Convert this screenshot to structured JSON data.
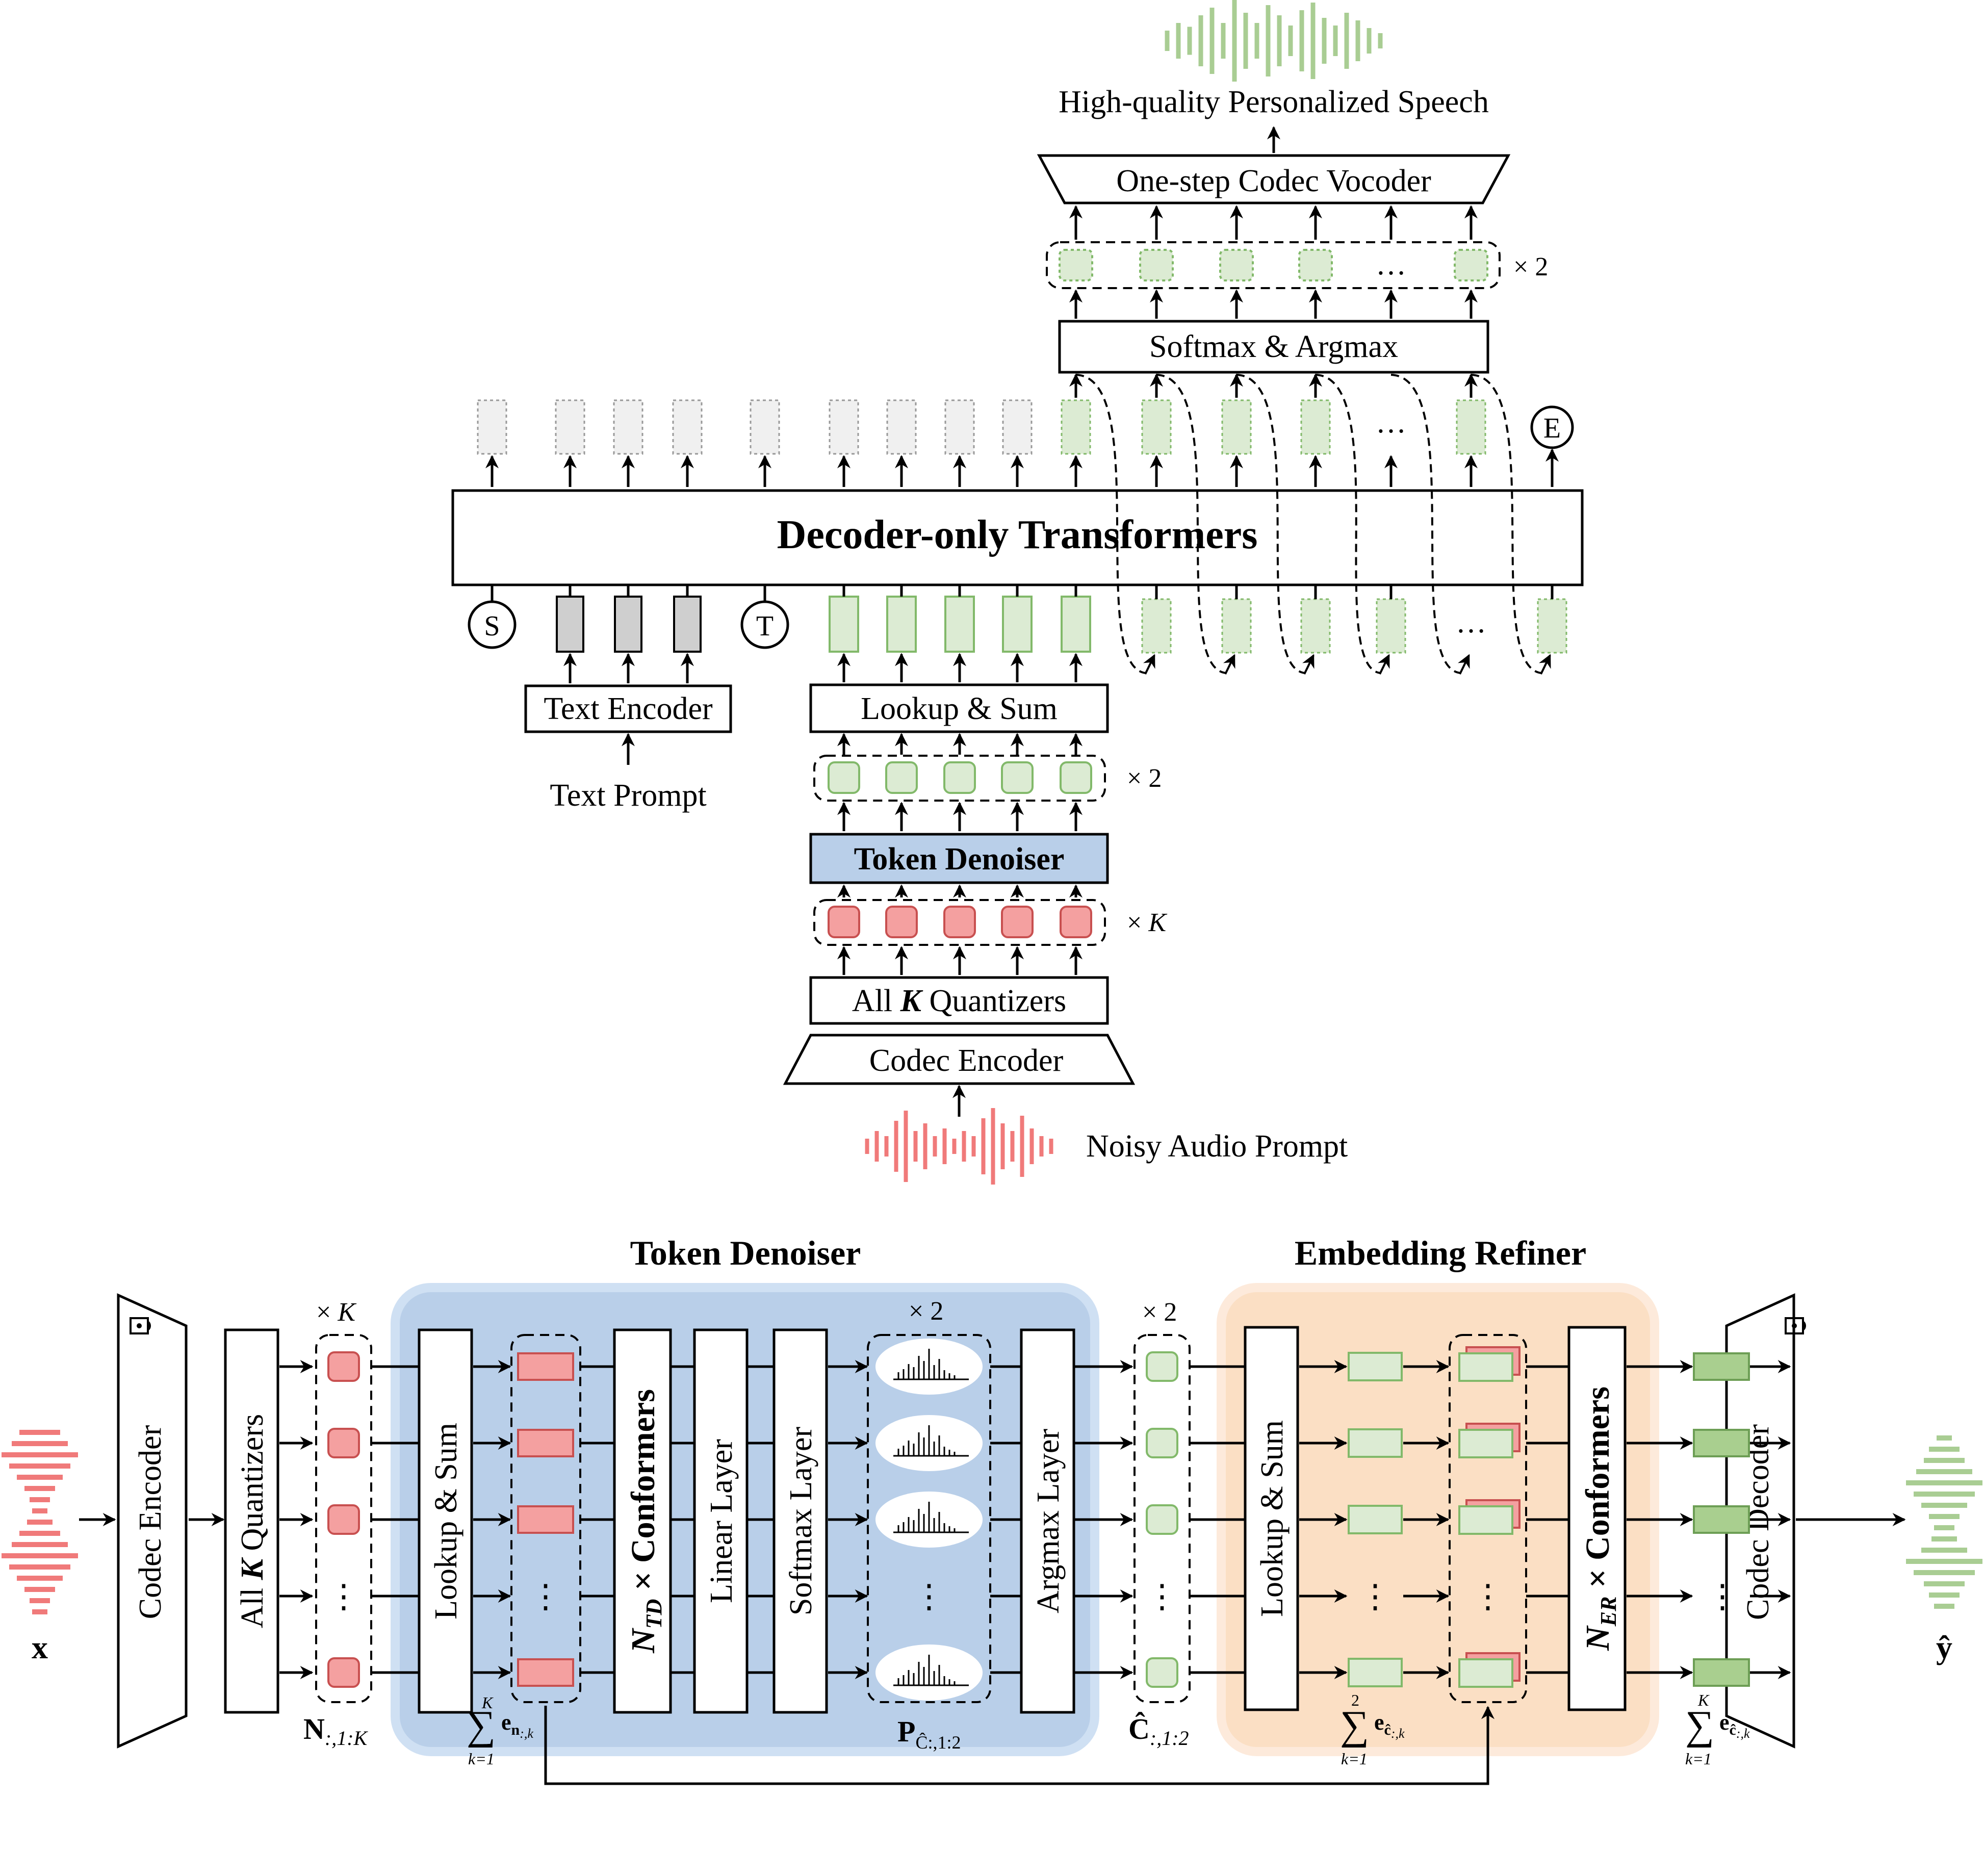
{
  "top": {
    "output_label": "High-quality Personalized Speech",
    "vocoder_label": "One-step Codec Vocoder",
    "softmax_label": "Softmax & Argmax",
    "times_two": "× 2",
    "transformer_label": "Decoder-only Transformers",
    "start_token": "S",
    "text_sep_token": "T",
    "end_token": "E",
    "ellipsis": "…",
    "text_encoder_label": "Text Encoder",
    "text_prompt_label": "Text Prompt",
    "lookup_label": "Lookup & Sum",
    "token_denoiser_label": "Token Denoiser",
    "times_k": "× K",
    "quantizers_label_pre": "All ",
    "quantizers_label_k": "K",
    "quantizers_label_post": " Quantizers",
    "codec_encoder_label": "Codec Encoder",
    "noisy_prompt_label": "Noisy Audio Prompt"
  },
  "bottom": {
    "token_denoiser_title": "Token Denoiser",
    "embedding_refiner_title": "Embedding Refiner",
    "input_label": "x",
    "output_label": "ŷ",
    "codec_encoder_label": "Codec Encoder",
    "quantizers_label_pre": "All ",
    "quantizers_label_k": "K",
    "quantizers_label_post": " Quantizers",
    "times_k": "× K",
    "times_two_a": "× 2",
    "times_two_b": "× 2",
    "lookup_label_a": "Lookup & Sum",
    "conformers_td": "N_TD × Conformers",
    "linear_label": "Linear Layer",
    "softmax_label": "Softmax Layer",
    "argmax_label": "Argmax Layer",
    "lookup_label_b": "Lookup & Sum",
    "conformers_er": "N_ER × Conformers",
    "codec_decoder_label": "Codec Decoder",
    "math_n": "N",
    "math_n_sub": ":,1:K",
    "math_sum_k": "K",
    "math_sum_k1": "k=1",
    "math_p": "P",
    "math_p_sub": "Ĉ:,1:2",
    "math_c": "Ĉ",
    "math_c_sub": ":,1:2",
    "math_sum_2": "2",
    "ellipsis": "⋮",
    "colors": {
      "red_fill": "#f4a0a0",
      "red_stroke": "#c85050",
      "green_fill": "#dcebd3",
      "green_stroke": "#82b96a",
      "green_dark": "#a9cf8f",
      "gray_fill": "#cfcfcf",
      "light_gray": "#f0f0f0",
      "blue_bg": "#b9cfe9",
      "orange_bg": "#fbdfc4",
      "wave_red": "#f07a7a",
      "wave_green": "#a9cd93"
    }
  }
}
